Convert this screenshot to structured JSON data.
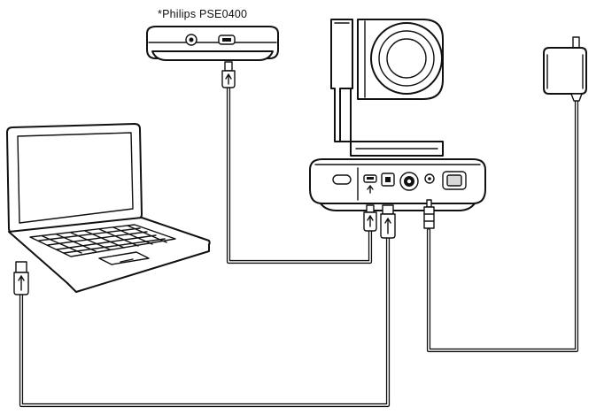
{
  "diagram": {
    "speakerphone_label": "*Philips PSE0400",
    "devices": [
      "laptop",
      "speakerphone",
      "ptz-camera",
      "power-adapter"
    ],
    "connections": [
      {
        "from": "speakerphone",
        "to": "ptz-camera",
        "connector": "usb-micro"
      },
      {
        "from": "laptop",
        "to": "ptz-camera",
        "connector": "usb-a-to-usb-b"
      },
      {
        "from": "power-adapter",
        "to": "ptz-camera",
        "connector": "dc-barrel"
      }
    ]
  }
}
